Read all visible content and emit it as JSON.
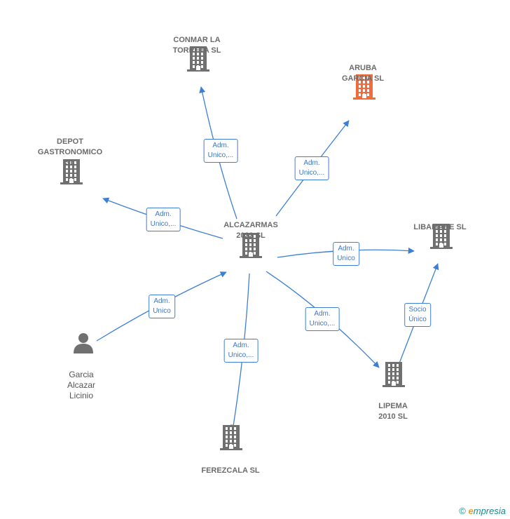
{
  "nodes": [
    {
      "id": "alcazarmas",
      "label": "ALCAZARMAS\n2022  SL",
      "type": "company",
      "highlight": false
    },
    {
      "id": "conmar",
      "label": "CONMAR LA\nTORRETA  SL",
      "type": "company",
      "highlight": false
    },
    {
      "id": "aruba",
      "label": "ARUBA\nGARCIA  SL",
      "type": "company",
      "highlight": true
    },
    {
      "id": "depot",
      "label": "DEPOT\nGASTRONOMICO\nSL",
      "type": "company",
      "highlight": false
    },
    {
      "id": "libamare",
      "label": "LIBAMARE SL",
      "type": "company",
      "highlight": false
    },
    {
      "id": "lipema",
      "label": "LIPEMA\n2010  SL",
      "type": "company",
      "highlight": false
    },
    {
      "id": "ferezcala",
      "label": "FEREZCALA SL",
      "type": "company",
      "highlight": false
    },
    {
      "id": "garcia",
      "label": "Garcia\nAlcazar\nLicinio",
      "type": "person",
      "highlight": false
    }
  ],
  "edges": [
    {
      "from": "alcazarmas",
      "to": "conmar",
      "label": "Adm.\nUnico,..."
    },
    {
      "from": "alcazarmas",
      "to": "aruba",
      "label": "Adm.\nUnico,..."
    },
    {
      "from": "alcazarmas",
      "to": "depot",
      "label": "Adm.\nUnico,..."
    },
    {
      "from": "alcazarmas",
      "to": "libamare",
      "label": "Adm.\nUnico"
    },
    {
      "from": "alcazarmas",
      "to": "lipema",
      "label": "Adm.\nUnico,..."
    },
    {
      "from": "alcazarmas",
      "to": "ferezcala",
      "label": "Adm.\nUnico,..."
    },
    {
      "from": "garcia",
      "to": "alcazarmas",
      "label": "Adm.\nUnico"
    },
    {
      "from": "lipema",
      "to": "libamare",
      "label": "Socio\nÚnico"
    }
  ],
  "colors": {
    "company": "#707070",
    "highlight": "#f26b3a",
    "edge": "#3d7fd6",
    "edge_text": "#3a78c8"
  },
  "footer": {
    "copyright_symbol": "©",
    "brand_initial": "e",
    "brand_rest": "mpresia"
  }
}
